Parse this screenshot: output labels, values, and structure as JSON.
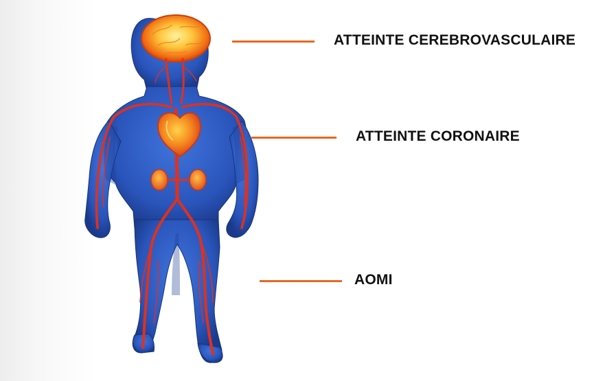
{
  "colors": {
    "body": "#2f5ec8",
    "body_dark": "#1d3f96",
    "vessel": "#e0311d",
    "organ": "#f07a1c",
    "leader_line": "#e8681f",
    "label_text": "#111111"
  },
  "callouts": [
    {
      "label": "ATTEINTE CEREBROVASCULAIRE",
      "target": "brain"
    },
    {
      "label": "ATTEINTE CORONAIRE",
      "target": "heart"
    },
    {
      "label": "AOMI",
      "target": "legs"
    }
  ]
}
